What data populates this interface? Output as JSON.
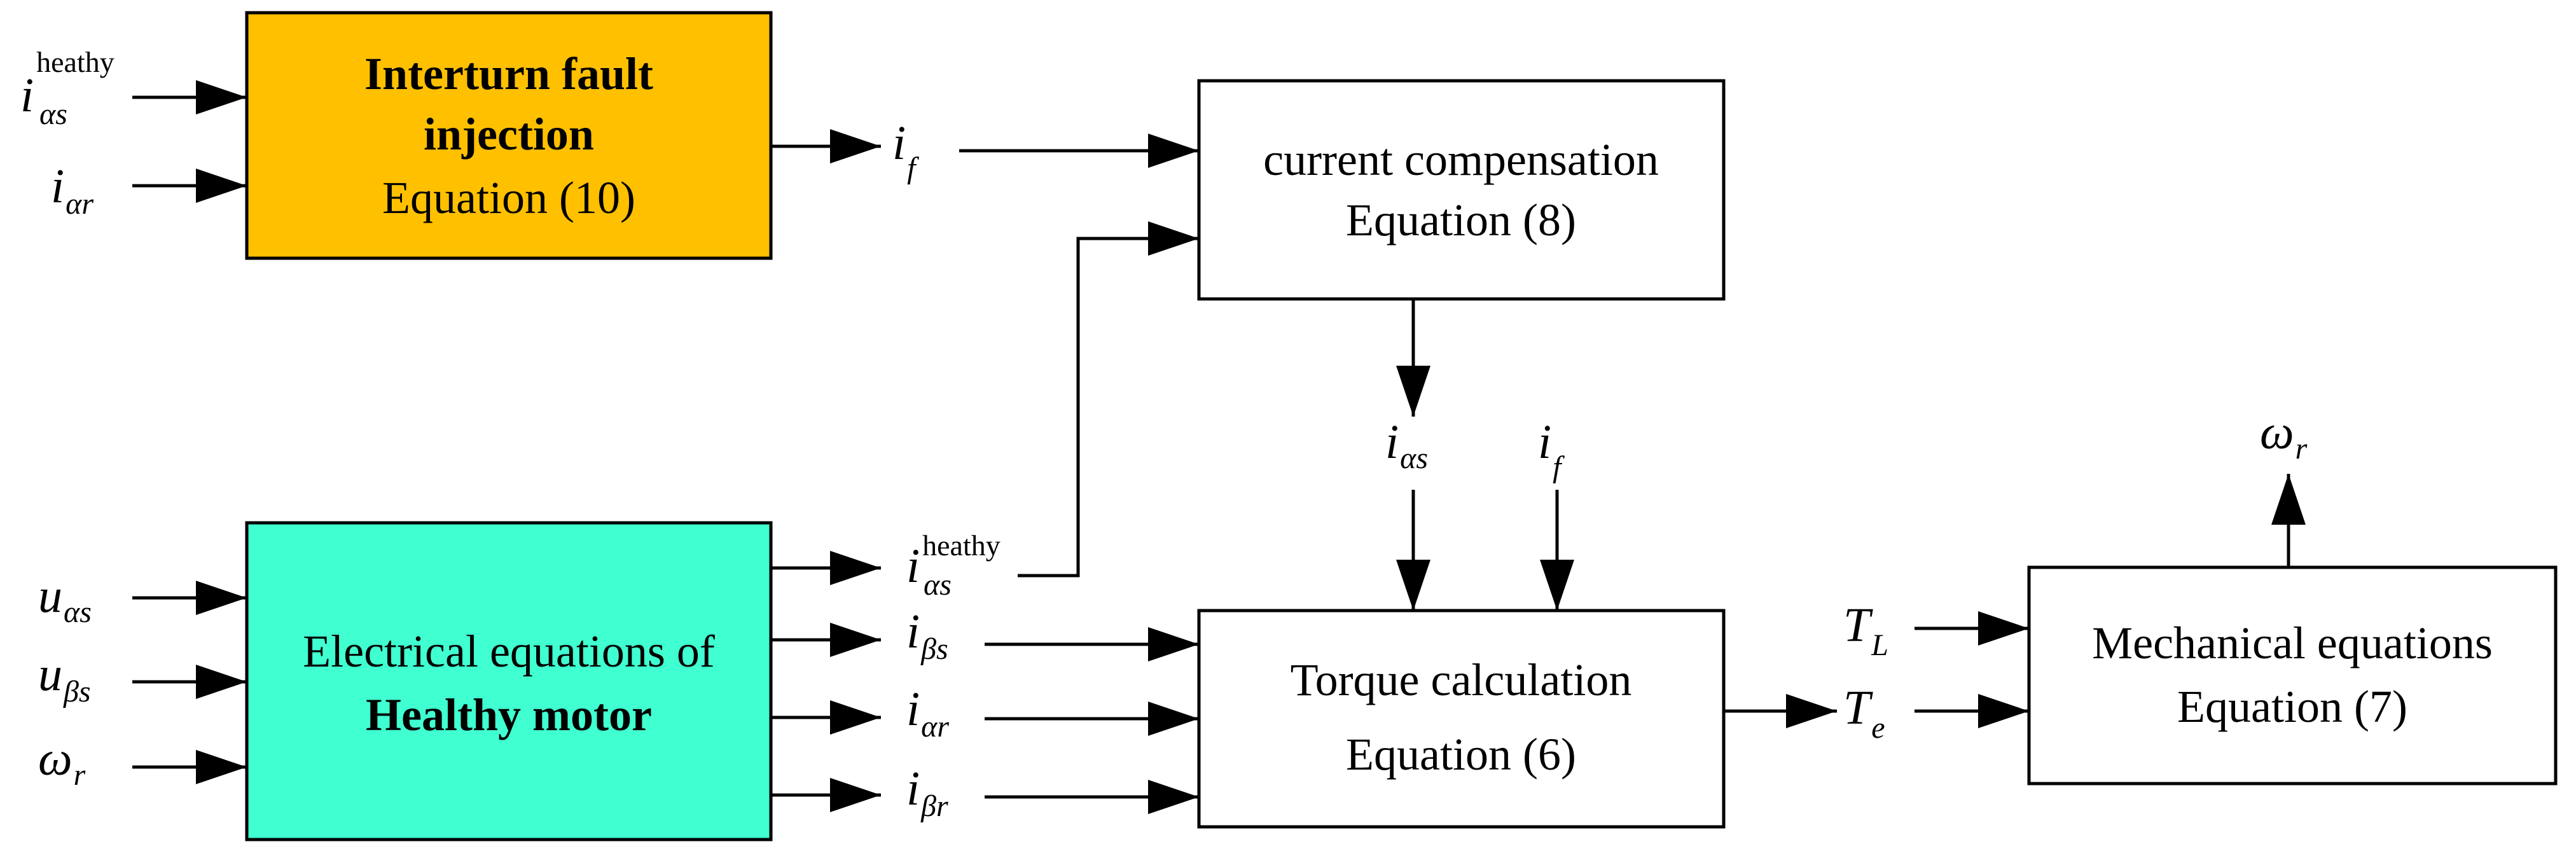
{
  "blocks": {
    "fault_injection": {
      "line1": "Interturn fault",
      "line2": "injection",
      "line3": "Equation (10)",
      "fill": "#FFC000"
    },
    "current_compensation": {
      "line1": "current compensation",
      "line2": "Equation (8)",
      "fill": "#FFFFFF"
    },
    "healthy_motor": {
      "line1": "Electrical equations of",
      "line2": "Healthy motor",
      "fill": "#40FFD0"
    },
    "torque_calculation": {
      "line1": "Torque calculation",
      "line2": "Equation (6)",
      "fill": "#FFFFFF"
    },
    "mechanical_equations": {
      "line1": "Mechanical equations",
      "line2": "Equation (7)",
      "fill": "#FFFFFF"
    }
  },
  "signals": {
    "i_alpha_s_healthy": {
      "main": "i",
      "sub": "αs",
      "sup": "heathy"
    },
    "i_alpha_r": {
      "main": "i",
      "sub": "αr"
    },
    "i_f": {
      "main": "i",
      "sub": "f"
    },
    "i_alpha_s": {
      "main": "i",
      "sub": "αs"
    },
    "u_alpha_s": {
      "main": "u",
      "sub": "αs"
    },
    "u_beta_s": {
      "main": "u",
      "sub": "βs"
    },
    "omega_r": {
      "main": "ω",
      "sub": "r"
    },
    "i_beta_s": {
      "main": "i",
      "sub": "βs"
    },
    "i_beta_r": {
      "main": "i",
      "sub": "βr"
    },
    "T_L": {
      "main": "T",
      "sub": "L"
    },
    "T_e": {
      "main": "T",
      "sub": "e"
    }
  }
}
